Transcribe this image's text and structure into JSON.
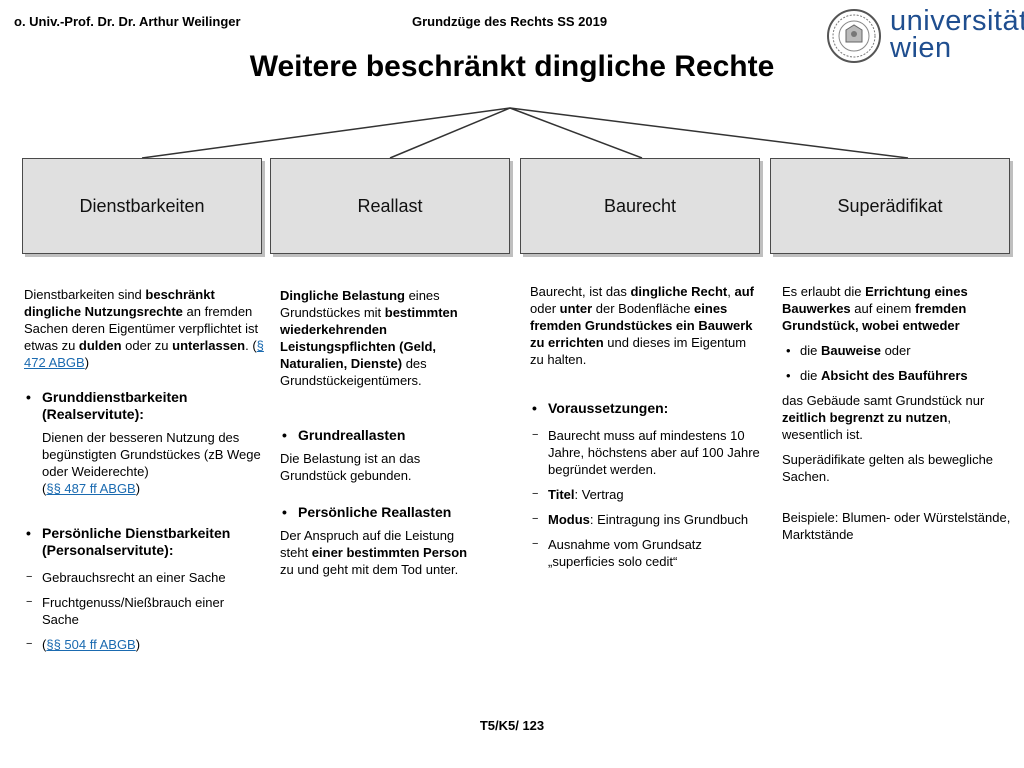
{
  "header": {
    "author": "o. Univ.-Prof. Dr. Dr. Arthur Weilinger",
    "course": "Grundzüge des Rechts SS 2019",
    "title": "Weitere beschränkt dingliche Rechte"
  },
  "logo": {
    "line1": "universität",
    "line2": "wien",
    "color": "#1f4e8f"
  },
  "boxes": [
    "Dienstbarkeiten",
    "Reallast",
    "Baurecht",
    "Superädifikat"
  ],
  "col1": {
    "intro": {
      "t1": "Dienstbarkeiten sind ",
      "b1": "beschränkt dingliche Nutzungsrechte",
      "t2": " an fremden Sachen deren Eigentümer verpflichtet ist etwas zu ",
      "b2": "dulden",
      "t3": " oder zu ",
      "b3": "unterlassen",
      "t4": ". (",
      "link": "§ 472 ABGB",
      "t5": ")"
    },
    "bullet1": "Grunddienstbarkeiten (Realservitute):",
    "bullet1_desc": "Dienen der besseren Nutzung des begünstigten Grundstückes (zB Wege oder Weiderechte)",
    "bullet1_open": "(",
    "bullet1_link": "§§ 487 ff ABGB",
    "bullet1_close": ")",
    "bullet2": "Persönliche Dienstbarkeiten (Personalservitute):",
    "dash1": "Gebrauchsrecht an einer Sache",
    "dash2": "Fruchtgenuss/Nießbrauch einer Sache",
    "dash3_open": "(",
    "dash3_link": "§§ 504 ff ABGB",
    "dash3_close": ")"
  },
  "col2": {
    "intro": {
      "b1": "Dingliche Belastung",
      "t1": " eines Grundstückes mit ",
      "b2": "bestimmten wiederkehrenden Leistungspflichten (Geld, Naturalien, Dienste)",
      "t2": " des Grundstückeigentümers."
    },
    "bullet1": "Grundreallasten",
    "bullet1_desc": "Die Belastung ist an das Grundstück gebunden.",
    "bullet2": "Persönliche Reallasten",
    "bullet2_desc": {
      "t1": "Der Anspruch auf die Leistung steht ",
      "b1": "einer bestimmten Person",
      "t2": " zu und geht mit dem Tod unter."
    }
  },
  "col3": {
    "intro": {
      "t1": "Baurecht, ist das ",
      "b1": "dingliche Recht",
      "t2": ", ",
      "b2": "auf",
      "t3": " oder ",
      "b3": "unter",
      "t4": " der Bodenfläche ",
      "b4": "eines fremden Grundstückes ein Bauwerk zu errichten",
      "t5": " und dieses im Eigentum zu halten."
    },
    "bullet1": "Voraussetzungen:",
    "dash1": "Baurecht muss auf mindestens 10 Jahre, höchstens aber auf 100 Jahre begründet werden.",
    "dash2_b": "Titel",
    "dash2_t": ": Vertrag",
    "dash3_b": "Modus",
    "dash3_t": ": Eintragung ins Grundbuch",
    "dash4": "Ausnahme vom Grundsatz „superficies solo cedit“"
  },
  "col4": {
    "intro": {
      "t1": "Es erlaubt die ",
      "b1": "Errichtung eines Bauwerkes",
      "t2": " auf einem ",
      "b2": "fremden Grundstück, wobei entweder"
    },
    "sb1_t": "die ",
    "sb1_b": "Bauweise",
    "sb1_t2": " oder",
    "sb2_t": "die ",
    "sb2_b": "Absicht des Bauführers",
    "para2": {
      "t1": "das Gebäude samt Grundstück nur ",
      "b1": "zeitlich begrenzt zu nutzen",
      "t2": ", wesentlich ist."
    },
    "para3": "Superädifikate gelten als bewegliche Sachen.",
    "para4": "Beispiele: Blumen- oder Würstelstände, Marktstände"
  },
  "footer": "T5/K5/ 123"
}
